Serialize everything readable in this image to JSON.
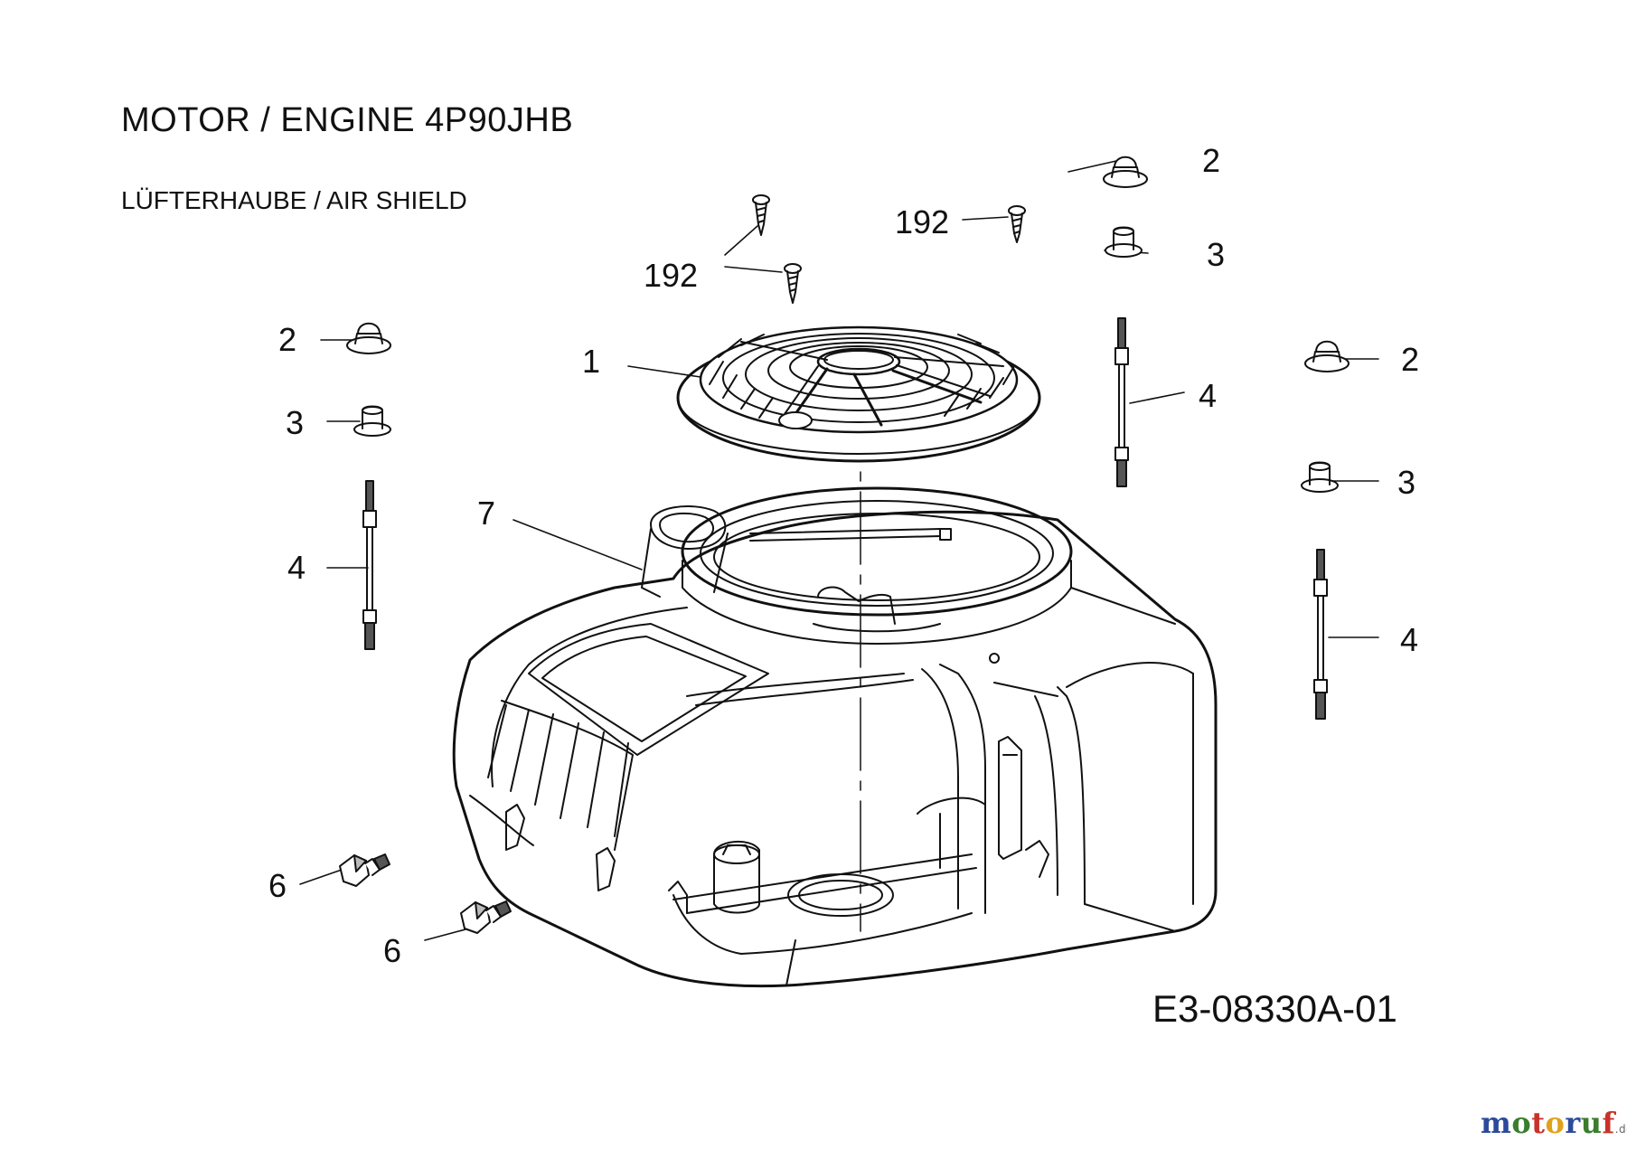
{
  "header": {
    "title": "MOTOR / ENGINE  4P90JHB",
    "subtitle": "LÜFTERHAUBE / AIR SHIELD"
  },
  "drawing_code": "E3-08330A-01",
  "brand": {
    "letters": [
      "m",
      "o",
      "t",
      "o",
      "r",
      "u",
      "f"
    ],
    "colors": [
      "#2b4a9b",
      "#3a7d2c",
      "#c8322a",
      "#e0a21a",
      "#2b4a9b",
      "#3a7d2c",
      "#c8322a"
    ],
    "suffix": ".de"
  },
  "callouts": {
    "c1": "1",
    "c2a": "2",
    "c2b": "2",
    "c2c": "2",
    "c3a": "3",
    "c3b": "3",
    "c3c": "3",
    "c4a": "4",
    "c4b": "4",
    "c4c": "4",
    "c6a": "6",
    "c6b": "6",
    "c7": "7",
    "c192a": "192",
    "c192b": "192"
  },
  "colors": {
    "line": "#111111",
    "background": "#ffffff"
  }
}
